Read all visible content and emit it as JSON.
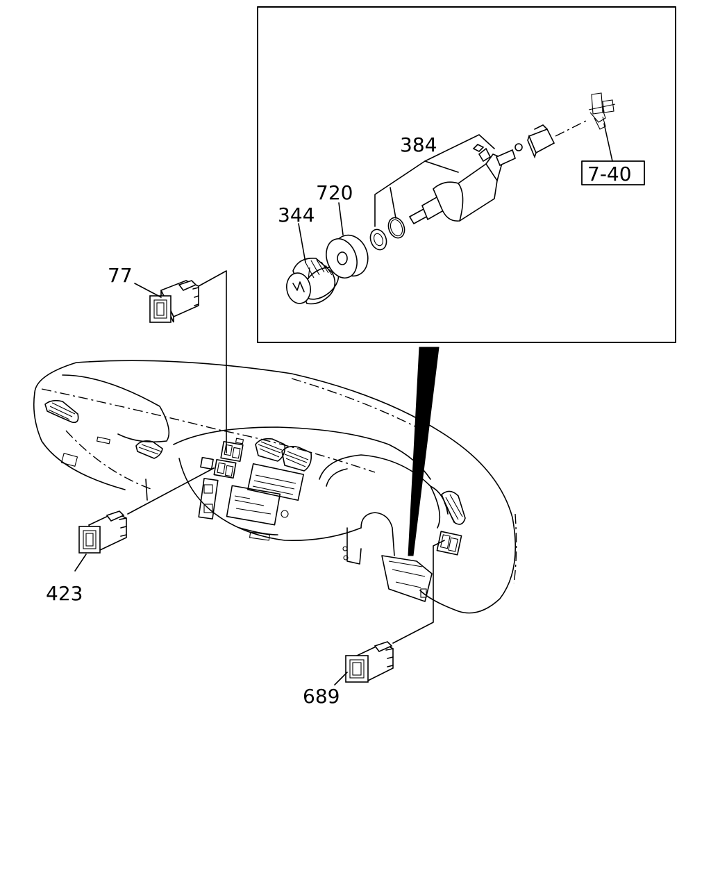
{
  "callouts": {
    "part_77": "77",
    "part_423": "423",
    "part_689": "689",
    "part_344": "344",
    "part_720": "720",
    "part_384": "384",
    "ref_7_40": "7-40"
  }
}
